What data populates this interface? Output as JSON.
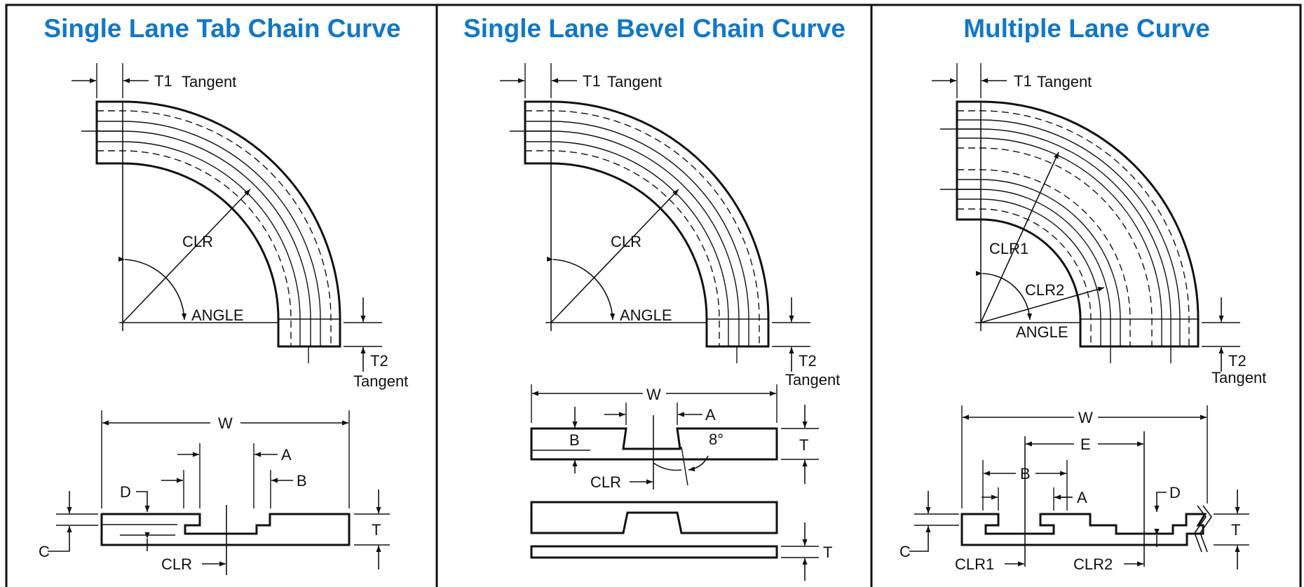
{
  "colors": {
    "title": "#1178c8",
    "line": "#111111",
    "background": "#ffffff"
  },
  "panels": [
    {
      "title": "Single Lane Tab Chain Curve",
      "labels": {
        "t1": "T1",
        "tangent_top": "Tangent",
        "clr": "CLR",
        "angle": "ANGLE",
        "t2": "T2",
        "tangent_bottom": "Tangent",
        "w": "W",
        "a": "A",
        "b": "B",
        "d": "D",
        "c": "C",
        "t": "T",
        "clr_section": "CLR"
      }
    },
    {
      "title": "Single Lane Bevel Chain Curve",
      "labels": {
        "t1": "T1",
        "tangent_top": "Tangent",
        "clr": "CLR",
        "angle": "ANGLE",
        "t2": "T2",
        "tangent_bottom": "Tangent",
        "w": "W",
        "a": "A",
        "b": "B",
        "eight_deg": "8°",
        "t_upper": "T",
        "clr_section": "CLR",
        "t_lower": "T"
      }
    },
    {
      "title": "Multiple Lane Curve",
      "labels": {
        "t1": "T1",
        "tangent_top": "Tangent",
        "clr1": "CLR1",
        "clr2": "CLR2",
        "angle": "ANGLE",
        "t2": "T2",
        "tangent_bottom": "Tangent",
        "w": "W",
        "e": "E",
        "b": "B",
        "a": "A",
        "d": "D",
        "c": "C",
        "t": "T",
        "clr1_section": "CLR1",
        "clr2_section": "CLR2"
      }
    }
  ]
}
